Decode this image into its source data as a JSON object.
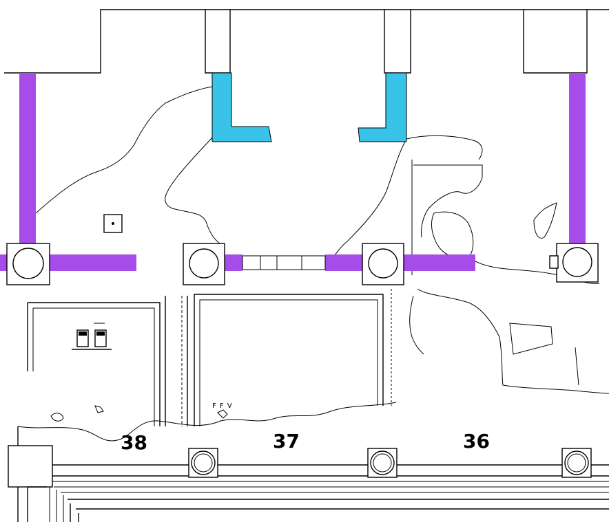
{
  "plan": {
    "beam_color": "#a64ce8",
    "opening_color": "#39c3e8",
    "bays": [
      {
        "id": "bay-38",
        "label": "38"
      },
      {
        "id": "bay-37",
        "label": "37"
      },
      {
        "id": "bay-36",
        "label": "36"
      }
    ],
    "annotations": {
      "equipment_tag": "F F V"
    }
  }
}
